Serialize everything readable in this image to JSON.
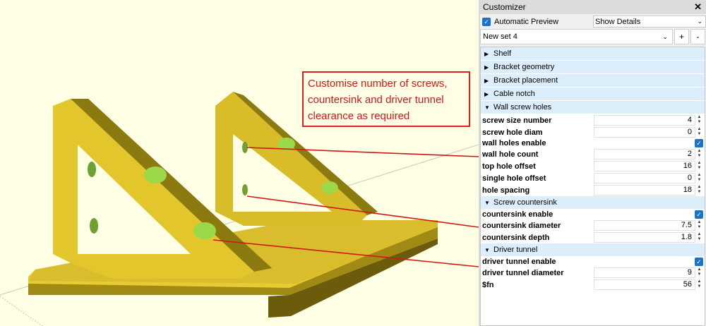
{
  "callout": {
    "lines": [
      "Customise number of screws,",
      "countersink and driver tunnel",
      "clearance as required"
    ]
  },
  "panel": {
    "title": "Customizer",
    "close_icon": "close-icon",
    "automatic_preview": {
      "label": "Automatic Preview",
      "checked": true
    },
    "details_select": "Show Details",
    "preset": {
      "value": "New set 4",
      "add_label": "+",
      "remove_label": "-"
    }
  },
  "groups_collapsed": [
    {
      "label": "Shelf"
    },
    {
      "label": "Bracket geometry"
    },
    {
      "label": "Bracket placement"
    },
    {
      "label": "Cable notch"
    }
  ],
  "wall_screw_holes": {
    "label": "Wall screw holes",
    "params": {
      "screw_size_number": {
        "label": "screw size number",
        "value": "4"
      },
      "screw_hole_diam": {
        "label": "screw hole diam",
        "value": "0"
      },
      "wall_holes_enable": {
        "label": "wall holes enable",
        "checked": true
      },
      "wall_hole_count": {
        "label": "wall hole count",
        "value": "2"
      },
      "top_hole_offset": {
        "label": "top hole offset",
        "value": "16"
      },
      "single_hole_offset": {
        "label": "single hole offset",
        "value": "0"
      },
      "hole_spacing": {
        "label": "hole spacing",
        "value": "18"
      }
    }
  },
  "screw_countersink": {
    "label": "Screw countersink",
    "params": {
      "countersink_enable": {
        "label": "countersink enable",
        "checked": true
      },
      "countersink_diameter": {
        "label": "countersink diameter",
        "value": "7.5"
      },
      "countersink_depth": {
        "label": "countersink depth",
        "value": "1.8"
      }
    }
  },
  "driver_tunnel": {
    "label": "Driver tunnel",
    "params": {
      "driver_tunnel_enable": {
        "label": "driver tunnel enable",
        "checked": true
      },
      "driver_tunnel_diameter": {
        "label": "driver tunnel diameter",
        "value": "9"
      },
      "fn": {
        "label": "$fn",
        "value": "56"
      }
    }
  },
  "colors": {
    "model": "#e8c830",
    "model_dark": "#8a7a10",
    "hole": "#9bd84a",
    "viewport_bg": "#ffffe5",
    "callout": "#d01818",
    "group_bg": "#ddeefb",
    "checkbox": "#1a73c8"
  }
}
